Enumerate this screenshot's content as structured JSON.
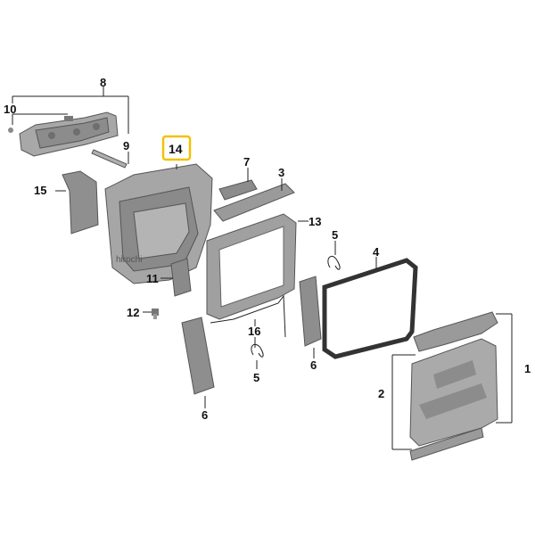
{
  "watermark": "hirochi",
  "highlight_color": "#f2c200",
  "part_color": "#9a9a9a",
  "callouts": {
    "c1": "1",
    "c2": "2",
    "c3": "3",
    "c4": "4",
    "c5a": "5",
    "c5b": "5",
    "c6a": "6",
    "c6b": "6",
    "c7": "7",
    "c8": "8",
    "c9": "9",
    "c10": "10",
    "c11": "11",
    "c12": "12",
    "c13": "13",
    "c14": "14",
    "c15": "15",
    "c16": "16"
  }
}
